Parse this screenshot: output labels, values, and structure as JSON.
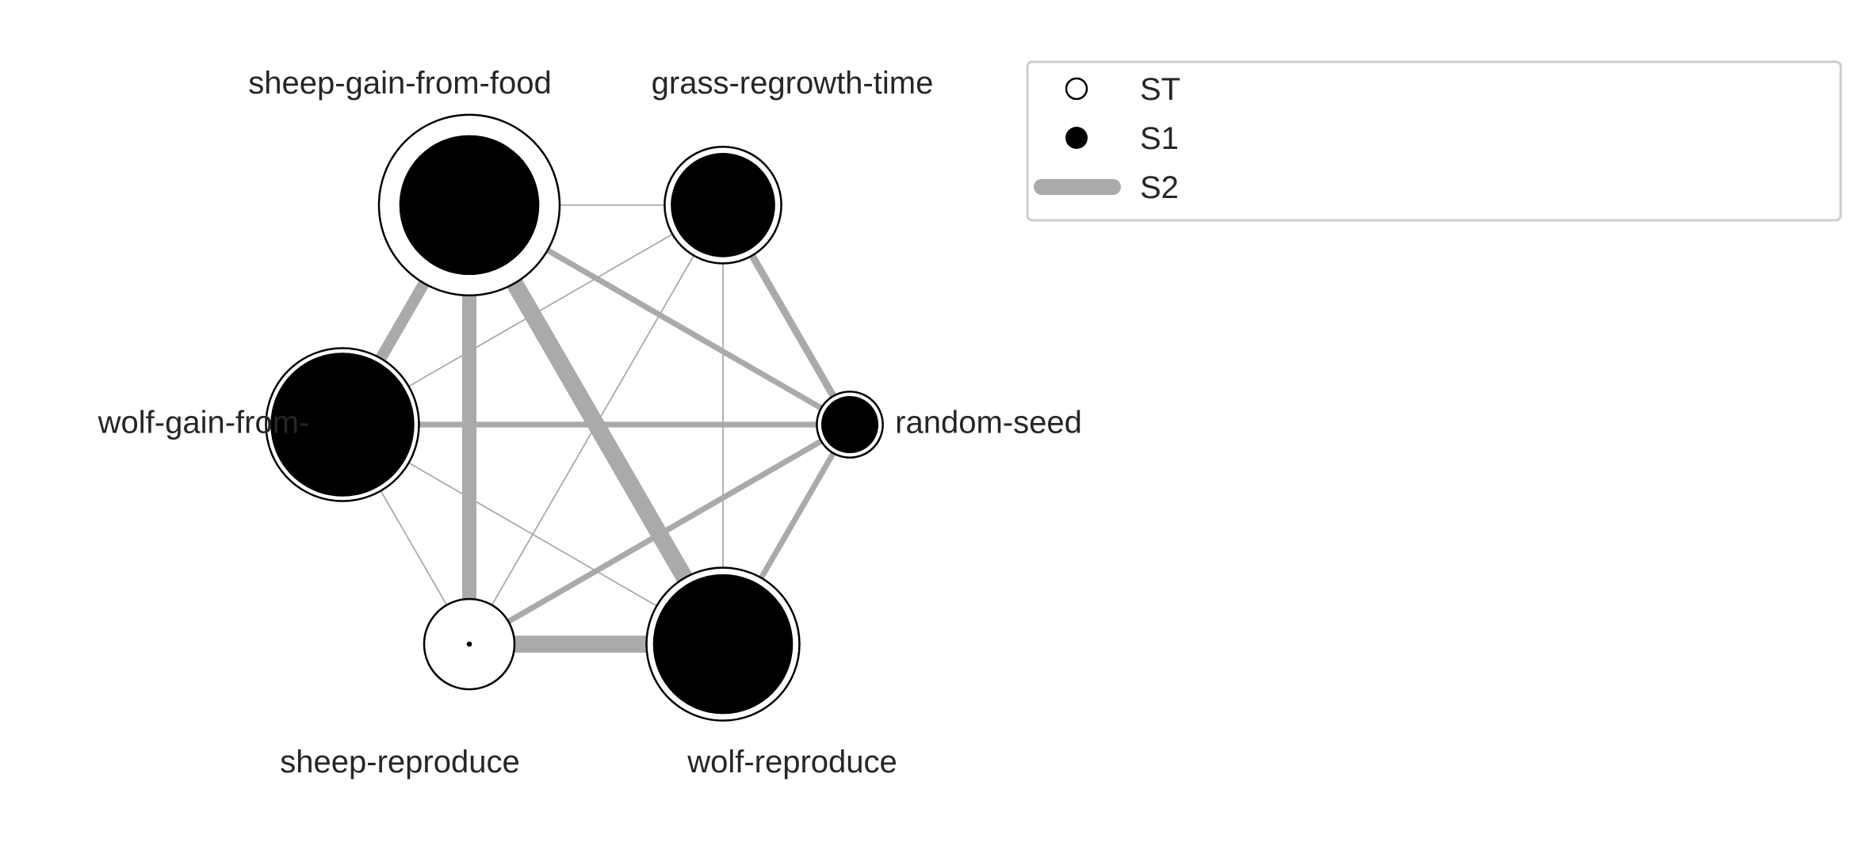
{
  "chart_data": {
    "type": "network",
    "nodes": [
      {
        "name": "sheep-gain-from-food",
        "ST": 0.6,
        "S1": 0.36
      },
      {
        "name": "grass-regrowth-time",
        "ST": 0.25,
        "S1": 0.2
      },
      {
        "name": "random-seed",
        "ST": 0.08,
        "S1": 0.06
      },
      {
        "name": "wolf-reproduce",
        "ST": 0.43,
        "S1": 0.36
      },
      {
        "name": "sheep-reproduce",
        "ST": 0.15,
        "S1": 0.0005
      },
      {
        "name": "wolf-gain-from-",
        "ST": 0.43,
        "S1": 0.38
      }
    ],
    "edges": [
      {
        "source": "sheep-gain-from-food",
        "target": "grass-regrowth-time",
        "S2": 0.01
      },
      {
        "source": "sheep-gain-from-food",
        "target": "random-seed",
        "S2": 0.04
      },
      {
        "source": "sheep-gain-from-food",
        "target": "wolf-reproduce",
        "S2": 0.12
      },
      {
        "source": "sheep-gain-from-food",
        "target": "sheep-reproduce",
        "S2": 0.1
      },
      {
        "source": "sheep-gain-from-food",
        "target": "wolf-gain-from-",
        "S2": 0.08
      },
      {
        "source": "grass-regrowth-time",
        "target": "random-seed",
        "S2": 0.05
      },
      {
        "source": "grass-regrowth-time",
        "target": "wolf-reproduce",
        "S2": 0.01
      },
      {
        "source": "grass-regrowth-time",
        "target": "sheep-reproduce",
        "S2": 0.01
      },
      {
        "source": "grass-regrowth-time",
        "target": "wolf-gain-from-",
        "S2": 0.01
      },
      {
        "source": "random-seed",
        "target": "wolf-reproduce",
        "S2": 0.04
      },
      {
        "source": "random-seed",
        "target": "sheep-reproduce",
        "S2": 0.04
      },
      {
        "source": "random-seed",
        "target": "wolf-gain-from-",
        "S2": 0.04
      },
      {
        "source": "wolf-reproduce",
        "target": "sheep-reproduce",
        "S2": 0.12
      },
      {
        "source": "wolf-reproduce",
        "target": "wolf-gain-from-",
        "S2": 0.01
      },
      {
        "source": "sheep-reproduce",
        "target": "wolf-gain-from-",
        "S2": 0.01
      }
    ],
    "legend": {
      "placement": "top-right",
      "entries": [
        "ST",
        "S1",
        "S2"
      ]
    },
    "colors": {
      "edge": "#aaaaaa",
      "node_fill": "#000000",
      "node_outline": "#000000",
      "background": "#ffffff",
      "legend_border": "#cccccc",
      "text": "#262626"
    }
  }
}
